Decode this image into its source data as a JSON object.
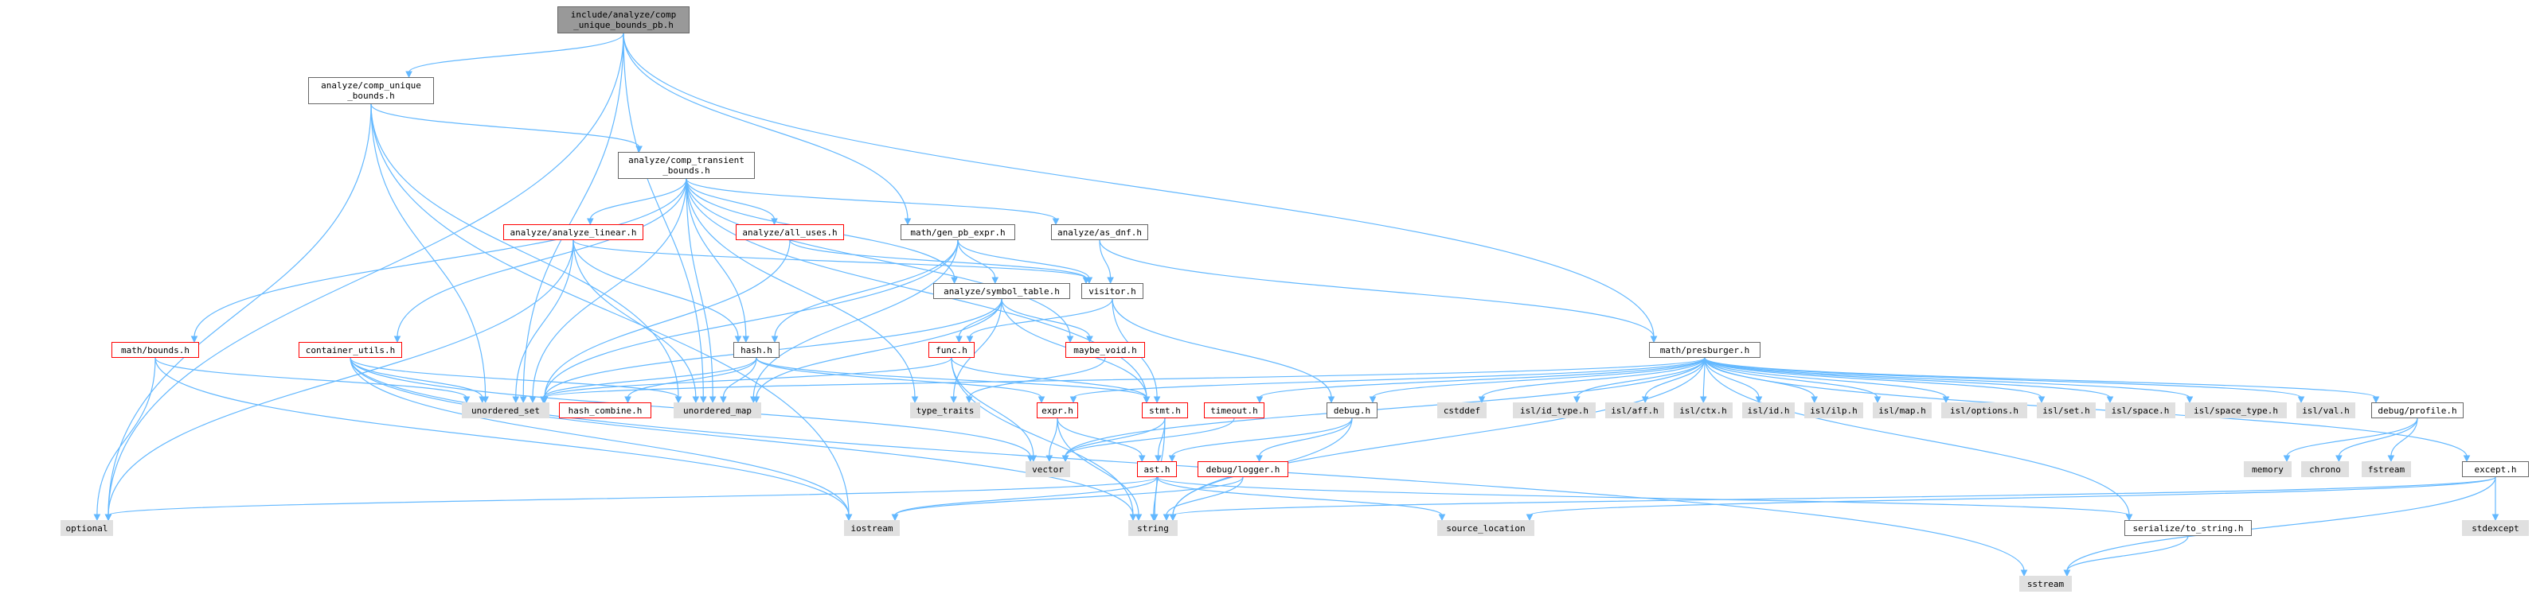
{
  "nodes": {
    "root": {
      "lines": [
        "include/analyze/comp",
        "_unique_bounds_pb.h"
      ],
      "style": "root"
    },
    "comp_unique": {
      "lines": [
        "analyze/comp_unique",
        "_bounds.h"
      ],
      "style": "normal"
    },
    "comp_transient": {
      "lines": [
        "analyze/comp_transient",
        "_bounds.h"
      ],
      "style": "normal"
    },
    "analyze_linear": {
      "lines": [
        "analyze/analyze_linear.h"
      ],
      "style": "warn"
    },
    "all_uses": {
      "lines": [
        "analyze/all_uses.h"
      ],
      "style": "warn"
    },
    "gen_pb_expr": {
      "lines": [
        "math/gen_pb_expr.h"
      ],
      "style": "normal"
    },
    "as_dnf": {
      "lines": [
        "analyze/as_dnf.h"
      ],
      "style": "normal"
    },
    "symbol_table": {
      "lines": [
        "analyze/symbol_table.h"
      ],
      "style": "normal"
    },
    "visitor": {
      "lines": [
        "visitor.h"
      ],
      "style": "normal"
    },
    "bounds": {
      "lines": [
        "math/bounds.h"
      ],
      "style": "warn"
    },
    "container_utils": {
      "lines": [
        "container_utils.h"
      ],
      "style": "warn"
    },
    "hash": {
      "lines": [
        "hash.h"
      ],
      "style": "normal"
    },
    "func": {
      "lines": [
        "func.h"
      ],
      "style": "warn"
    },
    "maybe_void": {
      "lines": [
        "maybe_void.h"
      ],
      "style": "warn"
    },
    "presburger": {
      "lines": [
        "math/presburger.h"
      ],
      "style": "normal"
    },
    "unordered_set": {
      "lines": [
        "unordered_set"
      ],
      "style": "sys"
    },
    "hash_combine": {
      "lines": [
        "hash_combine.h"
      ],
      "style": "warn"
    },
    "unordered_map": {
      "lines": [
        "unordered_map"
      ],
      "style": "sys"
    },
    "type_traits": {
      "lines": [
        "type_traits"
      ],
      "style": "sys"
    },
    "expr": {
      "lines": [
        "expr.h"
      ],
      "style": "warn"
    },
    "stmt": {
      "lines": [
        "stmt.h"
      ],
      "style": "warn"
    },
    "timeout": {
      "lines": [
        "timeout.h"
      ],
      "style": "warn"
    },
    "debug": {
      "lines": [
        "debug.h"
      ],
      "style": "normal"
    },
    "cstddef": {
      "lines": [
        "cstddef"
      ],
      "style": "sys"
    },
    "isl_id_type": {
      "lines": [
        "isl/id_type.h"
      ],
      "style": "sys"
    },
    "isl_aff": {
      "lines": [
        "isl/aff.h"
      ],
      "style": "sys"
    },
    "isl_ctx": {
      "lines": [
        "isl/ctx.h"
      ],
      "style": "sys"
    },
    "isl_id": {
      "lines": [
        "isl/id.h"
      ],
      "style": "sys"
    },
    "isl_ilp": {
      "lines": [
        "isl/ilp.h"
      ],
      "style": "sys"
    },
    "isl_map": {
      "lines": [
        "isl/map.h"
      ],
      "style": "sys"
    },
    "isl_options": {
      "lines": [
        "isl/options.h"
      ],
      "style": "sys"
    },
    "isl_set": {
      "lines": [
        "isl/set.h"
      ],
      "style": "sys"
    },
    "isl_space": {
      "lines": [
        "isl/space.h"
      ],
      "style": "sys"
    },
    "isl_space_type": {
      "lines": [
        "isl/space_type.h"
      ],
      "style": "sys"
    },
    "isl_val": {
      "lines": [
        "isl/val.h"
      ],
      "style": "sys"
    },
    "profile": {
      "lines": [
        "debug/profile.h"
      ],
      "style": "normal"
    },
    "vector": {
      "lines": [
        "vector"
      ],
      "style": "sys"
    },
    "ast": {
      "lines": [
        "ast.h"
      ],
      "style": "warn"
    },
    "logger": {
      "lines": [
        "debug/logger.h"
      ],
      "style": "warn"
    },
    "memory": {
      "lines": [
        "memory"
      ],
      "style": "sys"
    },
    "chrono": {
      "lines": [
        "chrono"
      ],
      "style": "sys"
    },
    "fstream": {
      "lines": [
        "fstream"
      ],
      "style": "sys"
    },
    "except": {
      "lines": [
        "except.h"
      ],
      "style": "normal"
    },
    "optional": {
      "lines": [
        "optional"
      ],
      "style": "sys"
    },
    "iostream": {
      "lines": [
        "iostream"
      ],
      "style": "sys"
    },
    "string": {
      "lines": [
        "string"
      ],
      "style": "sys"
    },
    "source_location": {
      "lines": [
        "source_location"
      ],
      "style": "sys"
    },
    "serialize": {
      "lines": [
        "serialize/to_string.h"
      ],
      "style": "normal"
    },
    "stdexcept": {
      "lines": [
        "stdexcept"
      ],
      "style": "sys"
    },
    "sstream": {
      "lines": [
        "sstream"
      ],
      "style": "sys"
    }
  },
  "edges": [
    [
      "root",
      "comp_unique"
    ],
    [
      "root",
      "gen_pb_expr"
    ],
    [
      "root",
      "presburger"
    ],
    [
      "root",
      "optional"
    ],
    [
      "root",
      "unordered_set"
    ],
    [
      "root",
      "unordered_map"
    ],
    [
      "comp_unique",
      "comp_transient"
    ],
    [
      "comp_unique",
      "optional"
    ],
    [
      "comp_unique",
      "unordered_set"
    ],
    [
      "comp_unique",
      "unordered_map"
    ],
    [
      "comp_unique",
      "iostream"
    ],
    [
      "comp_transient",
      "analyze_linear"
    ],
    [
      "comp_transient",
      "all_uses"
    ],
    [
      "comp_transient",
      "as_dnf"
    ],
    [
      "comp_transient",
      "symbol_table"
    ],
    [
      "comp_transient",
      "bounds"
    ],
    [
      "comp_transient",
      "container_utils"
    ],
    [
      "comp_transient",
      "hash"
    ],
    [
      "comp_transient",
      "maybe_void"
    ],
    [
      "comp_transient",
      "stmt"
    ],
    [
      "comp_transient",
      "unordered_set"
    ],
    [
      "comp_transient",
      "unordered_map"
    ],
    [
      "comp_transient",
      "type_traits"
    ],
    [
      "analyze_linear",
      "hash"
    ],
    [
      "analyze_linear",
      "visitor"
    ],
    [
      "analyze_linear",
      "optional"
    ],
    [
      "analyze_linear",
      "unordered_set"
    ],
    [
      "analyze_linear",
      "unordered_map"
    ],
    [
      "all_uses",
      "visitor"
    ],
    [
      "all_uses",
      "unordered_set"
    ],
    [
      "gen_pb_expr",
      "symbol_table"
    ],
    [
      "gen_pb_expr",
      "visitor"
    ],
    [
      "gen_pb_expr",
      "hash"
    ],
    [
      "gen_pb_expr",
      "unordered_map"
    ],
    [
      "gen_pb_expr",
      "unordered_set"
    ],
    [
      "as_dnf",
      "visitor"
    ],
    [
      "as_dnf",
      "presburger"
    ],
    [
      "symbol_table",
      "func"
    ],
    [
      "symbol_table",
      "maybe_void"
    ],
    [
      "symbol_table",
      "stmt"
    ],
    [
      "symbol_table",
      "unordered_set"
    ],
    [
      "symbol_table",
      "unordered_map"
    ],
    [
      "symbol_table",
      "type_traits"
    ],
    [
      "visitor",
      "func"
    ],
    [
      "visitor",
      "stmt"
    ],
    [
      "visitor",
      "debug"
    ],
    [
      "bounds",
      "optional"
    ],
    [
      "bounds",
      "iostream"
    ],
    [
      "bounds",
      "unordered_set"
    ],
    [
      "container_utils",
      "unordered_set"
    ],
    [
      "container_utils",
      "unordered_map"
    ],
    [
      "container_utils",
      "vector"
    ],
    [
      "container_utils",
      "string"
    ],
    [
      "container_utils",
      "iostream"
    ],
    [
      "container_utils",
      "sstream"
    ],
    [
      "hash",
      "hash_combine"
    ],
    [
      "hash",
      "unordered_set"
    ],
    [
      "hash",
      "unordered_map"
    ],
    [
      "hash",
      "expr"
    ],
    [
      "hash",
      "stmt"
    ],
    [
      "func",
      "stmt"
    ],
    [
      "func",
      "unordered_set"
    ],
    [
      "func",
      "string"
    ],
    [
      "func",
      "vector"
    ],
    [
      "maybe_void",
      "type_traits"
    ],
    [
      "presburger",
      "profile"
    ],
    [
      "presburger",
      "except"
    ],
    [
      "presburger",
      "serialize"
    ],
    [
      "presburger",
      "timeout"
    ],
    [
      "presburger",
      "debug"
    ],
    [
      "presburger",
      "cstddef"
    ],
    [
      "presburger",
      "isl_id_type"
    ],
    [
      "presburger",
      "isl_aff"
    ],
    [
      "presburger",
      "isl_ctx"
    ],
    [
      "presburger",
      "isl_id"
    ],
    [
      "presburger",
      "isl_ilp"
    ],
    [
      "presburger",
      "isl_map"
    ],
    [
      "presburger",
      "isl_options"
    ],
    [
      "presburger",
      "isl_set"
    ],
    [
      "presburger",
      "isl_space"
    ],
    [
      "presburger",
      "isl_space_type"
    ],
    [
      "presburger",
      "isl_val"
    ],
    [
      "presburger",
      "unordered_set"
    ],
    [
      "presburger",
      "vector"
    ],
    [
      "presburger",
      "string"
    ],
    [
      "presburger",
      "expr"
    ],
    [
      "expr",
      "ast"
    ],
    [
      "expr",
      "vector"
    ],
    [
      "expr",
      "string"
    ],
    [
      "stmt",
      "ast"
    ],
    [
      "stmt",
      "vector"
    ],
    [
      "stmt",
      "string"
    ],
    [
      "timeout",
      "vector"
    ],
    [
      "debug",
      "logger"
    ],
    [
      "debug",
      "ast"
    ],
    [
      "debug",
      "string"
    ],
    [
      "ast",
      "optional"
    ],
    [
      "ast",
      "iostream"
    ],
    [
      "ast",
      "string"
    ],
    [
      "ast",
      "source_location"
    ],
    [
      "ast",
      "serialize"
    ],
    [
      "logger",
      "iostream"
    ],
    [
      "logger",
      "string"
    ],
    [
      "profile",
      "memory"
    ],
    [
      "profile",
      "chrono"
    ],
    [
      "profile",
      "fstream"
    ],
    [
      "except",
      "string"
    ],
    [
      "except",
      "stdexcept"
    ],
    [
      "except",
      "sstream"
    ],
    [
      "except",
      "source_location"
    ],
    [
      "serialize",
      "sstream"
    ]
  ]
}
